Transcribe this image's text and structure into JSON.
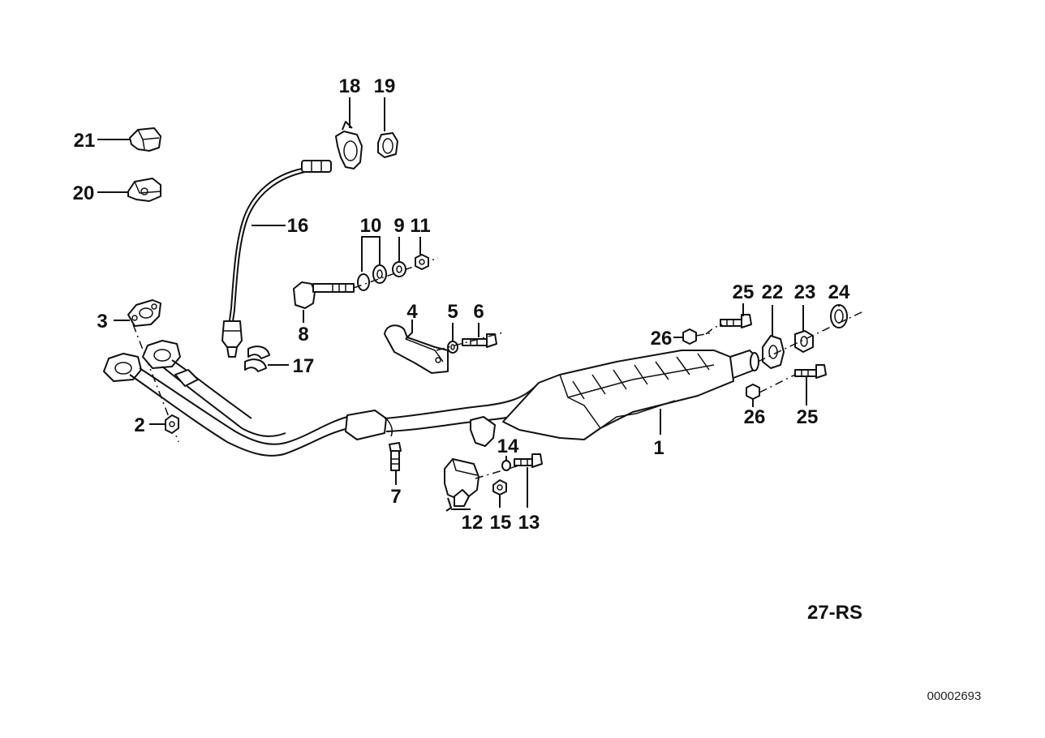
{
  "diagram": {
    "callouts": {
      "c1": "1",
      "c2": "2",
      "c3": "3",
      "c4": "4",
      "c5": "5",
      "c6": "6",
      "c7": "7",
      "c8": "8",
      "c9": "9",
      "c10": "10",
      "c11": "11",
      "c12": "12",
      "c13": "13",
      "c14": "14",
      "c15": "15",
      "c16": "16",
      "c17": "17",
      "c18": "18",
      "c19": "19",
      "c20": "20",
      "c21": "21",
      "c22": "22",
      "c23": "23",
      "c24": "24",
      "c25a": "25",
      "c25b": "25",
      "c26a": "26",
      "c26b": "26"
    },
    "group_code": "27-RS",
    "document_number": "00002693"
  }
}
